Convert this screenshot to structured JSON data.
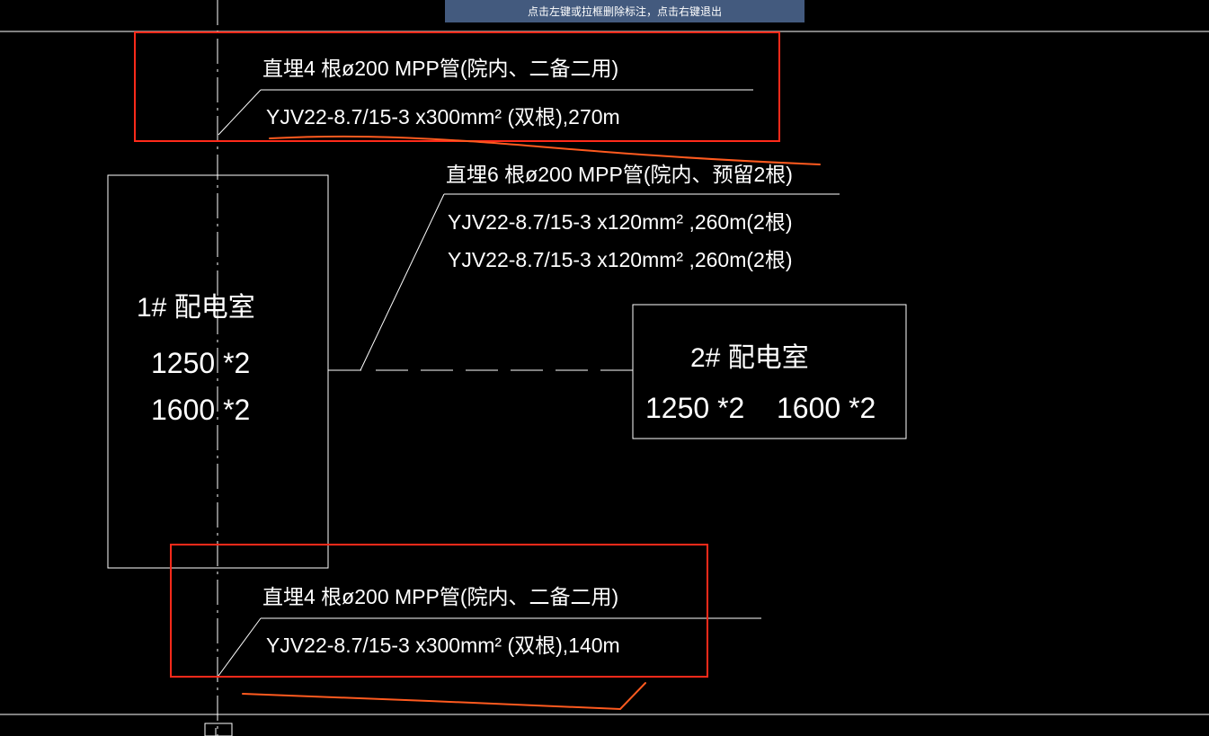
{
  "prompt_bar": {
    "text": "点击左键或拉框删除标注，点击右键退出"
  },
  "annotations": {
    "top": {
      "line1": "直埋4 根ø200 MPP管(院内、二备二用)",
      "line2": "YJV22-8.7/15-3 x300mm² (双根),270m"
    },
    "middle": {
      "line1": "直埋6 根ø200 MPP管(院内、预留2根)",
      "line2": "YJV22-8.7/15-3 x120mm² ,260m(2根)",
      "line3": "YJV22-8.7/15-3 x120mm² ,260m(2根)"
    },
    "bottom": {
      "line1": "直埋4 根ø200 MPP管(院内、二备二用)",
      "line2": "YJV22-8.7/15-3 x300mm² (双根),140m"
    }
  },
  "room1": {
    "name": "1# 配电室",
    "spec1": "1250 *2",
    "spec2": "1600 *2"
  },
  "room2": {
    "name": "2# 配电室",
    "spec1": "1250 *2",
    "spec2": "1600 *2"
  },
  "colors": {
    "background": "#000000",
    "lines": "#ffffff",
    "highlight": "#ff2a1a",
    "markup_stroke": "#ff5a1f",
    "prompt_bar": "#435a7e"
  }
}
